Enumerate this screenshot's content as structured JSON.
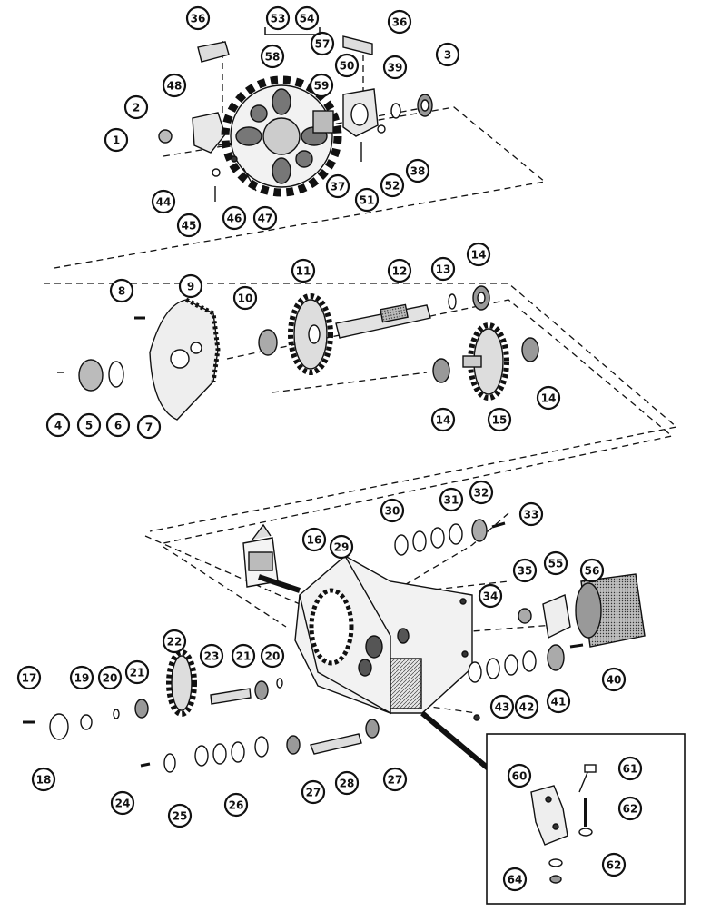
{
  "diagram": {
    "style": {
      "ink": "#111111",
      "paper": "#ffffff",
      "shade": "#cfcfcf",
      "callout_fill": "#ffffff"
    },
    "callouts": [
      {
        "id": "c36a",
        "label": "36"
      },
      {
        "id": "c53",
        "label": "53"
      },
      {
        "id": "c54",
        "label": "54"
      },
      {
        "id": "c36b",
        "label": "36"
      },
      {
        "id": "c58",
        "label": "58"
      },
      {
        "id": "c57",
        "label": "57"
      },
      {
        "id": "c50",
        "label": "50"
      },
      {
        "id": "c39",
        "label": "39"
      },
      {
        "id": "c3",
        "label": "3"
      },
      {
        "id": "c48",
        "label": "48"
      },
      {
        "id": "c2",
        "label": "2"
      },
      {
        "id": "c59",
        "label": "59"
      },
      {
        "id": "c1",
        "label": "1"
      },
      {
        "id": "c44",
        "label": "44"
      },
      {
        "id": "c45",
        "label": "45"
      },
      {
        "id": "c46",
        "label": "46"
      },
      {
        "id": "c47",
        "label": "47"
      },
      {
        "id": "c37",
        "label": "37"
      },
      {
        "id": "c51",
        "label": "51"
      },
      {
        "id": "c52",
        "label": "52"
      },
      {
        "id": "c38",
        "label": "38"
      },
      {
        "id": "c8",
        "label": "8"
      },
      {
        "id": "c9",
        "label": "9"
      },
      {
        "id": "c10",
        "label": "10"
      },
      {
        "id": "c11",
        "label": "11"
      },
      {
        "id": "c12",
        "label": "12"
      },
      {
        "id": "c13",
        "label": "13"
      },
      {
        "id": "c14a",
        "label": "14"
      },
      {
        "id": "c4",
        "label": "4"
      },
      {
        "id": "c5",
        "label": "5"
      },
      {
        "id": "c6",
        "label": "6"
      },
      {
        "id": "c7",
        "label": "7"
      },
      {
        "id": "c14b",
        "label": "14"
      },
      {
        "id": "c15",
        "label": "15"
      },
      {
        "id": "c14c",
        "label": "14"
      },
      {
        "id": "c30",
        "label": "30"
      },
      {
        "id": "c31",
        "label": "31"
      },
      {
        "id": "c32",
        "label": "32"
      },
      {
        "id": "c33",
        "label": "33"
      },
      {
        "id": "c16",
        "label": "16"
      },
      {
        "id": "c29",
        "label": "29"
      },
      {
        "id": "c35",
        "label": "35"
      },
      {
        "id": "c55",
        "label": "55"
      },
      {
        "id": "c56",
        "label": "56"
      },
      {
        "id": "c34",
        "label": "34"
      },
      {
        "id": "c22",
        "label": "22"
      },
      {
        "id": "c17",
        "label": "17"
      },
      {
        "id": "c19",
        "label": "19"
      },
      {
        "id": "c20a",
        "label": "20"
      },
      {
        "id": "c21a",
        "label": "21"
      },
      {
        "id": "c23",
        "label": "23"
      },
      {
        "id": "c21b",
        "label": "21"
      },
      {
        "id": "c20b",
        "label": "20"
      },
      {
        "id": "c40",
        "label": "40"
      },
      {
        "id": "c42",
        "label": "42"
      },
      {
        "id": "c41",
        "label": "41"
      },
      {
        "id": "c43",
        "label": "43"
      },
      {
        "id": "c18",
        "label": "18"
      },
      {
        "id": "c24",
        "label": "24"
      },
      {
        "id": "c25",
        "label": "25"
      },
      {
        "id": "c26",
        "label": "26"
      },
      {
        "id": "c27a",
        "label": "27"
      },
      {
        "id": "c28",
        "label": "28"
      },
      {
        "id": "c27b",
        "label": "27"
      },
      {
        "id": "c60",
        "label": "60"
      },
      {
        "id": "c61",
        "label": "61"
      },
      {
        "id": "c62a",
        "label": "62"
      },
      {
        "id": "c62b",
        "label": "62"
      },
      {
        "id": "c64",
        "label": "64"
      }
    ]
  }
}
